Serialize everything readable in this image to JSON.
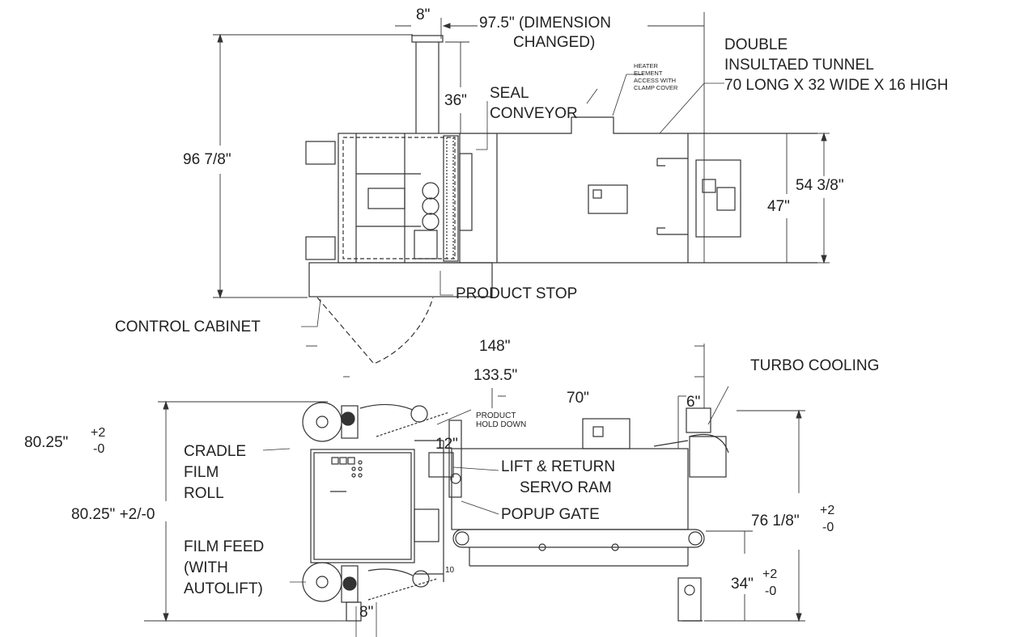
{
  "top_view": {
    "dim_stack_width": "8\"",
    "dim_overall_length": "97.5\" (DIMENSION",
    "dim_overall_length_2": "CHANGED)",
    "dim_overall_depth": "96 7/8\"",
    "dim_seal_conveyor_offset": "36\"",
    "dim_tunnel_height": "54 3/8\"",
    "dim_tunnel_inner": "47\"",
    "label_seal_conveyor_1": "SEAL",
    "label_seal_conveyor_2": "CONVEYOR",
    "label_heater_1": "HEATER",
    "label_heater_2": "ELEMENT",
    "label_heater_3": "ACCESS WITH",
    "label_heater_4": "CLAMP COVER",
    "label_tunnel_1": "DOUBLE",
    "label_tunnel_2": "INSULTAED TUNNEL",
    "label_tunnel_3": "70 LONG X 32 WIDE X 16 HIGH",
    "label_product_stop": "PRODUCT STOP",
    "label_control_cabinet": "CONTROL CABINET"
  },
  "side_view": {
    "dim_148": "148\"",
    "dim_133": "133.5\"",
    "dim_70": "70\"",
    "dim_6": "6\"",
    "dim_12": "12\"",
    "dim_8": "8\"",
    "dim_80_top": "80.25\"",
    "dim_80_top_plus": "+2",
    "dim_80_top_minus": "-0",
    "dim_80_mid": "80.25\" +2/-0",
    "dim_76": "76 1/8\"",
    "dim_76_plus": "+2",
    "dim_76_minus": "-0",
    "dim_34": "34\"",
    "dim_34_plus": "+2",
    "dim_34_minus": "-0",
    "label_turbo": "TURBO COOLING",
    "label_hold_1": "PRODUCT",
    "label_hold_2": "HOLD DOWN",
    "label_cradle_1": "CRADLE",
    "label_cradle_2": "FILM",
    "label_cradle_3": "ROLL",
    "label_lift_1": "LIFT & RETURN",
    "label_lift_2": "SERVO RAM",
    "label_popup": "POPUP GATE",
    "label_film_1": "FILM FEED",
    "label_film_2": "(WITH",
    "label_film_3": "AUTOLIFT)",
    "label_ten": "10"
  }
}
